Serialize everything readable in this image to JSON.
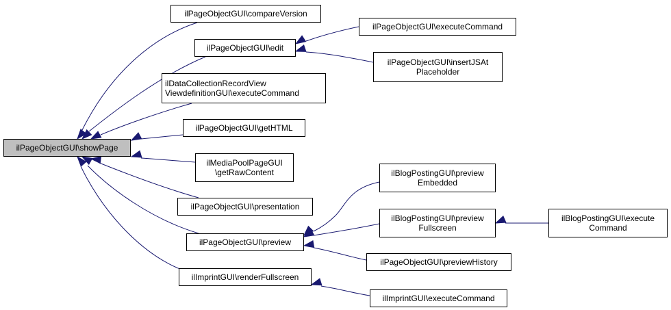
{
  "graph": {
    "colors": {
      "edge": "#191970",
      "node_border": "#000000",
      "root_fill": "#bfbfbf",
      "node_fill": "#ffffff"
    },
    "nodes": {
      "showPage": {
        "lines": [
          "ilPageObjectGUI\\showPage"
        ]
      },
      "compareVersion": {
        "lines": [
          "ilPageObjectGUI\\compareVersion"
        ]
      },
      "edit": {
        "lines": [
          "ilPageObjectGUI\\edit"
        ]
      },
      "executeCommand1": {
        "lines": [
          "ilPageObjectGUI\\executeCommand"
        ]
      },
      "insertJSAt": {
        "lines": [
          "ilPageObjectGUI\\insertJSAt",
          "Placeholder"
        ]
      },
      "dataCollection": {
        "lines": [
          "ilDataCollectionRecordView",
          "ViewdefinitionGUI\\executeCommand"
        ]
      },
      "getHTML": {
        "lines": [
          "ilPageObjectGUI\\getHTML"
        ]
      },
      "mediaPool": {
        "lines": [
          "ilMediaPoolPageGUI",
          "\\getRawContent"
        ]
      },
      "presentation": {
        "lines": [
          "ilPageObjectGUI\\presentation"
        ]
      },
      "preview": {
        "lines": [
          "ilPageObjectGUI\\preview"
        ]
      },
      "blogEmbedded": {
        "lines": [
          "ilBlogPostingGUI\\preview",
          "Embedded"
        ]
      },
      "blogFullscreen": {
        "lines": [
          "ilBlogPostingGUI\\preview",
          "Fullscreen"
        ]
      },
      "blogExecute": {
        "lines": [
          "ilBlogPostingGUI\\execute",
          "Command"
        ]
      },
      "previewHistory": {
        "lines": [
          "ilPageObjectGUI\\previewHistory"
        ]
      },
      "imprintRender": {
        "lines": [
          "ilImprintGUI\\renderFullscreen"
        ]
      },
      "imprintExecute": {
        "lines": [
          "ilImprintGUI\\executeCommand"
        ]
      }
    },
    "edges": [
      {
        "from": "compareVersion",
        "to": "showPage"
      },
      {
        "from": "edit",
        "to": "showPage"
      },
      {
        "from": "dataCollection",
        "to": "showPage"
      },
      {
        "from": "getHTML",
        "to": "showPage"
      },
      {
        "from": "mediaPool",
        "to": "showPage"
      },
      {
        "from": "presentation",
        "to": "showPage"
      },
      {
        "from": "preview",
        "to": "showPage"
      },
      {
        "from": "imprintRender",
        "to": "showPage"
      },
      {
        "from": "executeCommand1",
        "to": "edit"
      },
      {
        "from": "insertJSAt",
        "to": "edit"
      },
      {
        "from": "blogEmbedded",
        "to": "preview"
      },
      {
        "from": "blogFullscreen",
        "to": "preview"
      },
      {
        "from": "previewHistory",
        "to": "preview"
      },
      {
        "from": "blogExecute",
        "to": "blogFullscreen"
      },
      {
        "from": "imprintExecute",
        "to": "imprintRender"
      }
    ]
  }
}
